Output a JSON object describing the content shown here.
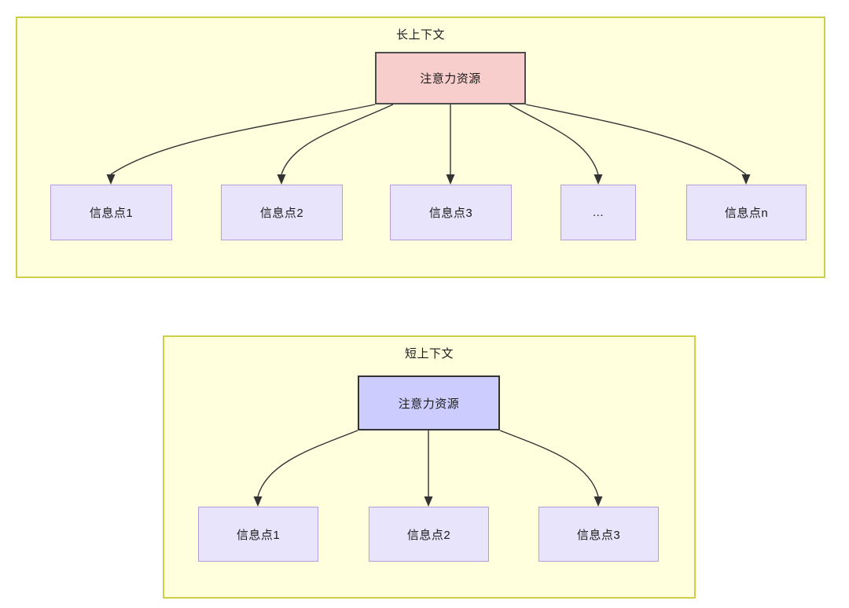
{
  "diagram": {
    "title_semantic": "attention-resource-allocation-long-vs-short-context",
    "colors": {
      "panel_fill": "#ffffde",
      "panel_border": "#cfcf47",
      "attention_long_fill": "#f8cecc",
      "attention_long_border": "#4d4d4d",
      "attention_short_fill": "#ccccff",
      "attention_short_border": "#333333",
      "info_fill": "#e8e4fb",
      "info_border": "#b39ddb",
      "edge_stroke": "#333333",
      "text": "#1a1a1a",
      "background": "#ffffff"
    }
  },
  "panels": {
    "long": {
      "title": "长上下文",
      "attention": {
        "label": "注意力资源"
      },
      "info_nodes": [
        {
          "label": "信息点1"
        },
        {
          "label": "信息点2"
        },
        {
          "label": "信息点3"
        },
        {
          "label": "..."
        },
        {
          "label": "信息点n"
        }
      ]
    },
    "short": {
      "title": "短上下文",
      "attention": {
        "label": "注意力资源"
      },
      "info_nodes": [
        {
          "label": "信息点1"
        },
        {
          "label": "信息点2"
        },
        {
          "label": "信息点3"
        }
      ]
    }
  }
}
